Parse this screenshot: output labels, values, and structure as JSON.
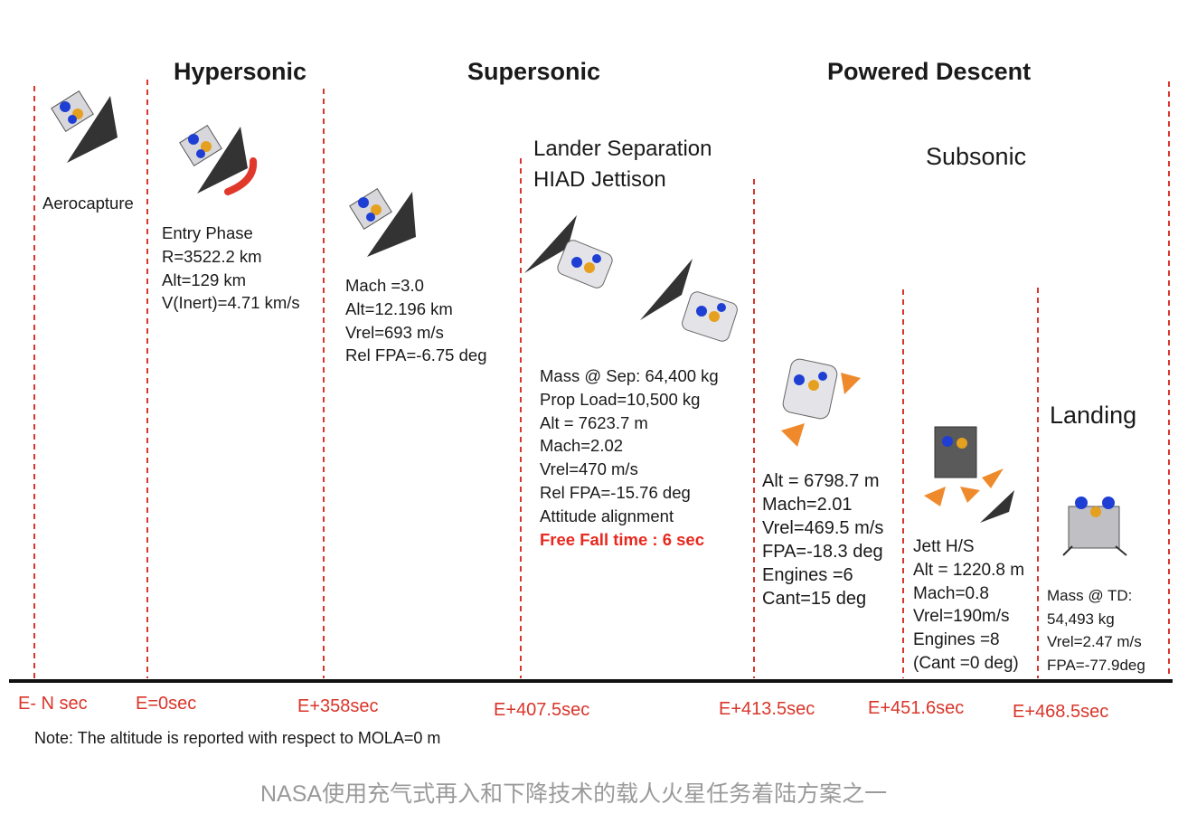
{
  "phases": {
    "hypersonic": "Hypersonic",
    "supersonic": "Supersonic",
    "powered_descent": "Powered Descent",
    "subsonic": "Subsonic",
    "landing": "Landing"
  },
  "events": {
    "aerocapture": "Aerocapture",
    "lander_separation": [
      "Lander Separation",
      "HIAD Jettison"
    ]
  },
  "blocks": {
    "entry": [
      "Entry Phase",
      "R=3522.2 km",
      "Alt=129 km",
      "V(Inert)=4.71 km/s"
    ],
    "supersonic": [
      "Mach =3.0",
      "Alt=12.196 km",
      "Vrel=693 m/s",
      "Rel FPA=-6.75 deg"
    ],
    "separation": [
      "Mass @ Sep: 64,400 kg",
      "Prop Load=10,500 kg",
      "Alt = 7623.7 m",
      "Mach=2.02",
      "Vrel=470 m/s",
      "Rel FPA=-15.76 deg",
      "Attitude alignment"
    ],
    "separation_highlight": "Free Fall time : 6 sec",
    "powered": [
      "Alt = 6798.7 m",
      "Mach=2.01",
      "Vrel=469.5 m/s",
      "FPA=-18.3 deg",
      "Engines =6",
      "Cant=15 deg"
    ],
    "jett": [
      "Jett H/S",
      "Alt = 1220.8 m",
      "Mach=0.8",
      "Vrel=190m/s",
      "Engines =8",
      "(Cant =0 deg)"
    ],
    "landing": [
      "Mass @ TD:",
      "54,493 kg",
      "Vrel=2.47 m/s",
      "FPA=-77.9deg"
    ]
  },
  "timeline": [
    "E- N sec",
    "E=0sec",
    "E+358sec",
    "E+407.5sec",
    "E+413.5sec",
    "E+451.6sec",
    "E+468.5sec"
  ],
  "note": "Note: The altitude is reported with respect to MOLA=0 m",
  "caption": "NASA使用充气式再入和下降技术的载人火星任务着陆方案之一",
  "colors": {
    "divider": "#d9352a",
    "highlight": "#e8281e",
    "thruster": "#ef8a2c",
    "heatshield": "#e0382b",
    "caption": "#9a9a9a"
  }
}
